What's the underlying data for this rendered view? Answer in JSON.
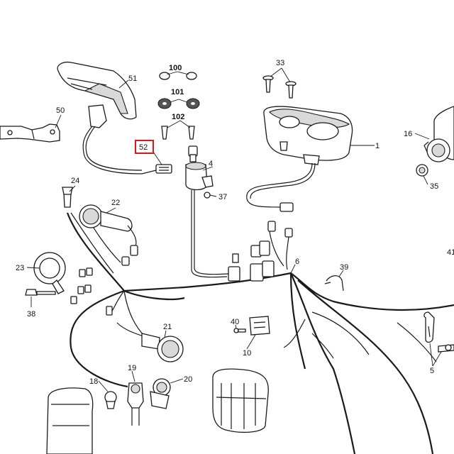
{
  "highlight_color": "#e0141e",
  "callouts": {
    "c100": "100",
    "c101": "101",
    "c102": "102",
    "c33": "33",
    "c51": "51",
    "c50": "50",
    "c52": "52",
    "c4": "4",
    "c37": "37",
    "c1": "1",
    "c16": "16",
    "c35": "35",
    "c41": "41",
    "c24": "24",
    "c22": "22",
    "c23": "23",
    "c38": "38",
    "c6": "6",
    "c39": "39",
    "c40": "40",
    "c10": "10",
    "c21": "21",
    "c5": "5",
    "c18": "18",
    "c19": "19",
    "c20": "20"
  },
  "highlighted_part": "52"
}
